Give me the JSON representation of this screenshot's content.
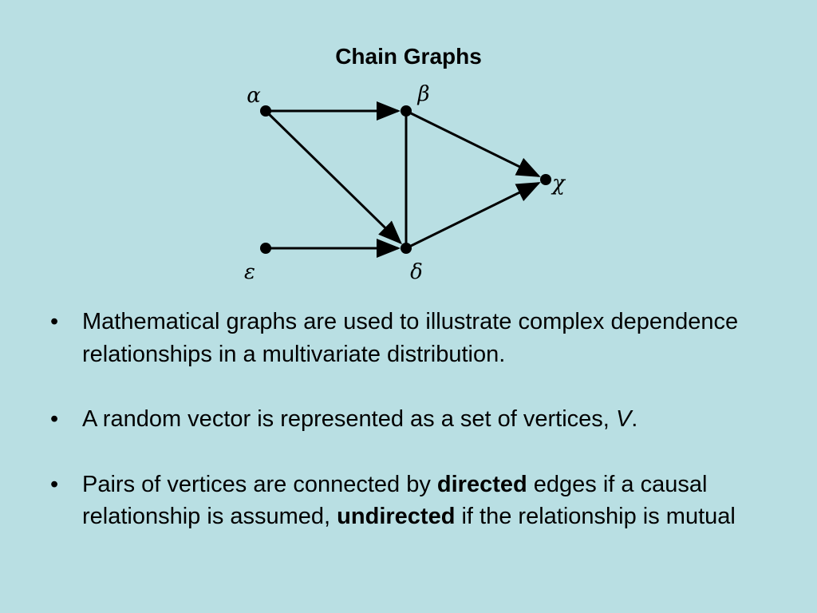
{
  "title": "Chain Graphs",
  "graph": {
    "nodes": [
      {
        "id": "alpha",
        "label": "α"
      },
      {
        "id": "beta",
        "label": "β"
      },
      {
        "id": "chi",
        "label": "χ"
      },
      {
        "id": "epsilon",
        "label": "ε"
      },
      {
        "id": "delta",
        "label": "δ"
      }
    ],
    "edges": [
      {
        "from": "alpha",
        "to": "beta",
        "directed": true
      },
      {
        "from": "alpha",
        "to": "delta",
        "directed": true
      },
      {
        "from": "beta",
        "to": "chi",
        "directed": true
      },
      {
        "from": "delta",
        "to": "chi",
        "directed": true
      },
      {
        "from": "epsilon",
        "to": "delta",
        "directed": true
      },
      {
        "from": "beta",
        "to": "delta",
        "directed": false
      }
    ]
  },
  "bullets": {
    "b1": "Mathematical graphs are used to illustrate complex dependence relationships in a multivariate distribution.",
    "b2_pre": "A random vector is represented as a set of vertices,",
    "b2_var": "V",
    "b2_post": ".",
    "b3_p1": "Pairs of vertices are connected by",
    "b3_b1": "directed",
    "b3_p2": "edges if a causal relationship is assumed,",
    "b3_b2": "undirected",
    "b3_p3": "if the relationship is mutual"
  },
  "bullet_char": "•",
  "colors": {
    "background": "#b9dfe3",
    "ink": "#000000"
  }
}
